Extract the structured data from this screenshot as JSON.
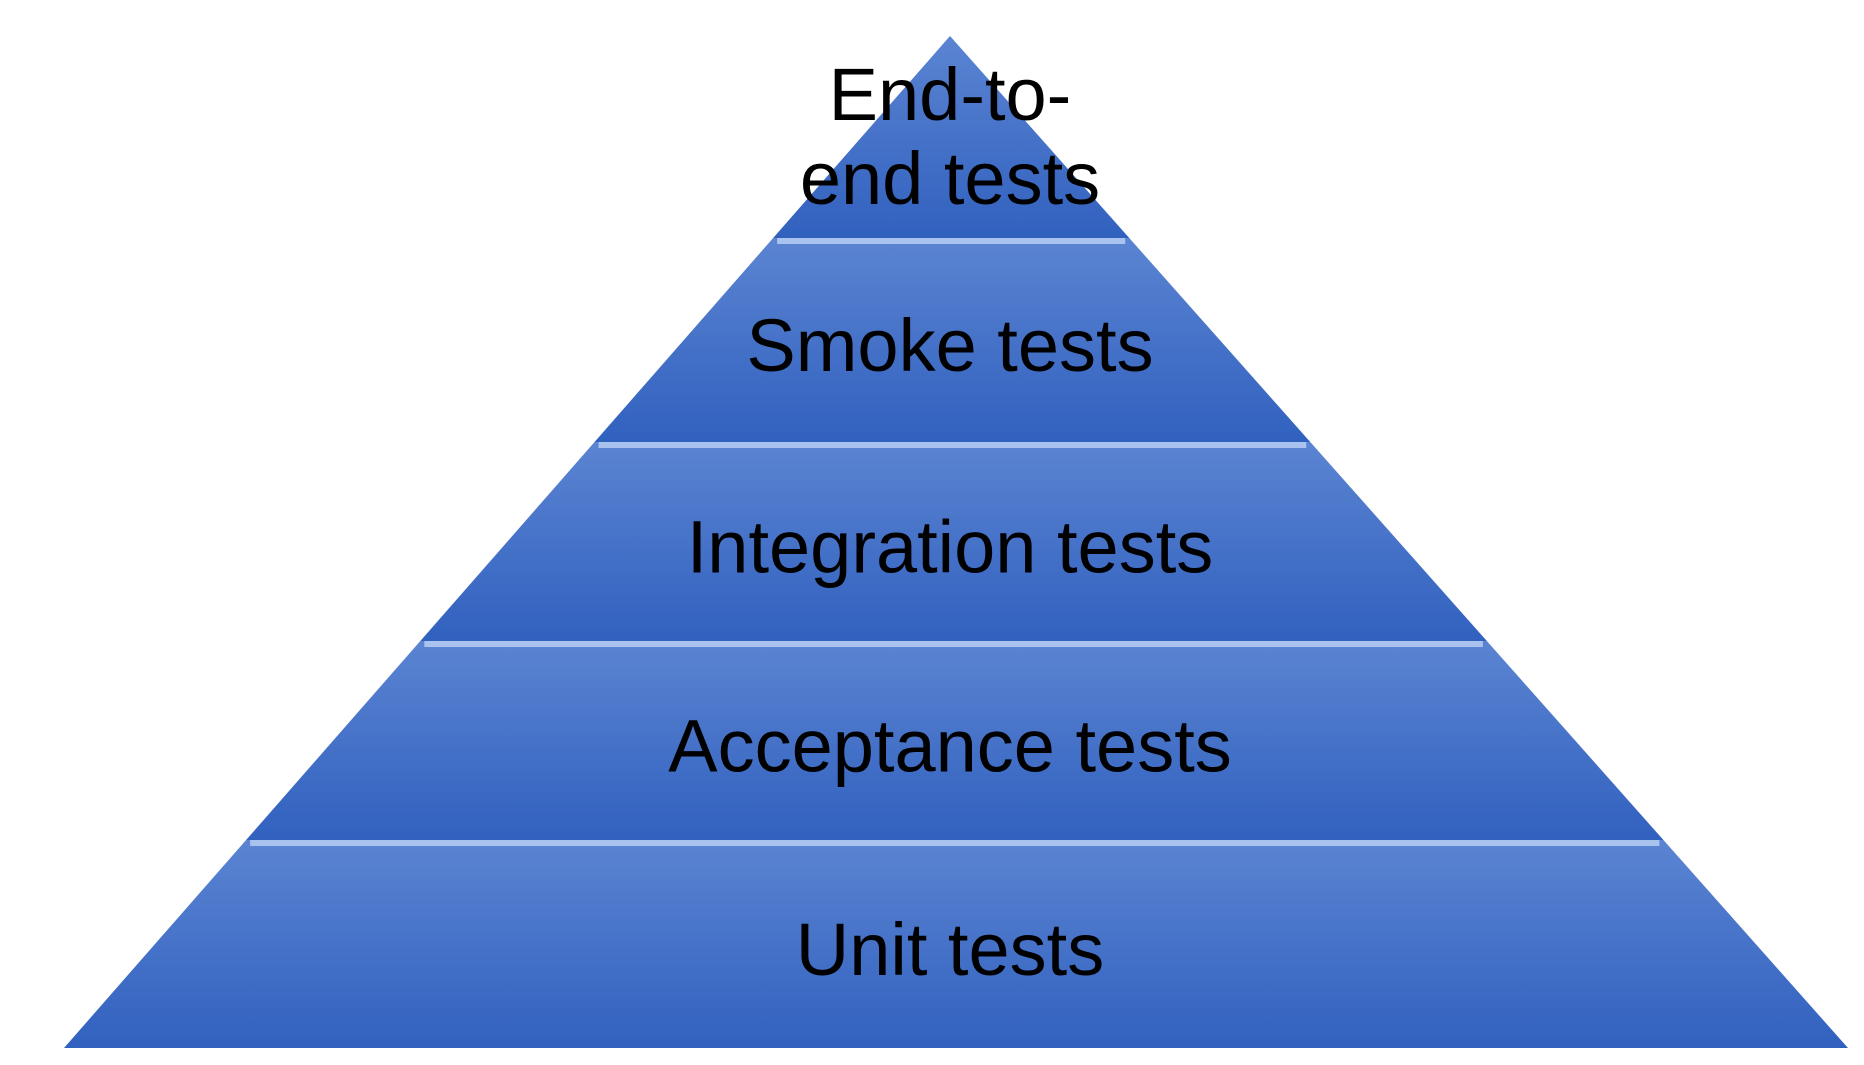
{
  "diagram": {
    "type": "pyramid",
    "colors": {
      "fill_light": "#5b84d2",
      "fill_dark": "#3161bf",
      "separator": "#a9c3ee",
      "text": "#000000"
    },
    "tiers": [
      {
        "label_lines": [
          "End-to-",
          "end tests"
        ]
      },
      {
        "label_lines": [
          "Smoke tests"
        ]
      },
      {
        "label_lines": [
          "Integration tests"
        ]
      },
      {
        "label_lines": [
          "Acceptance tests"
        ]
      },
      {
        "label_lines": [
          "Unit tests"
        ]
      }
    ]
  }
}
